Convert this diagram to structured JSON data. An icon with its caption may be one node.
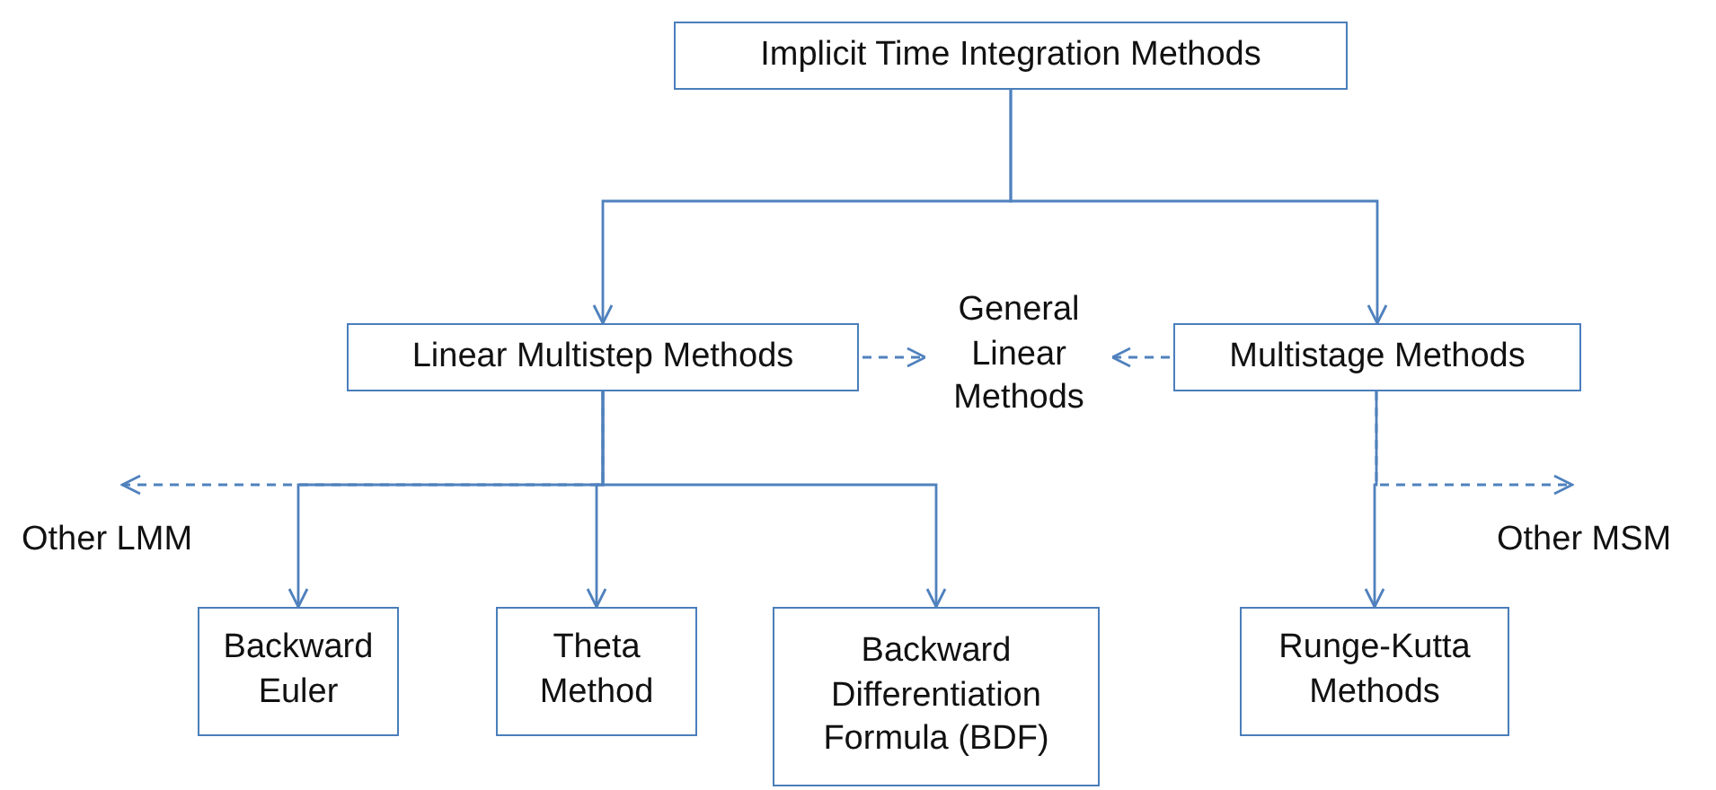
{
  "diagram": {
    "nodes": [
      {
        "text": [
          "Implicit Time Integration Methods"
        ]
      },
      {
        "text": [
          "Linear Multistep Methods"
        ]
      },
      {
        "text": [
          "General Linear Methods"
        ]
      },
      {
        "text": [
          "Multistage Methods"
        ]
      },
      {
        "text": [
          "Backward Euler"
        ]
      },
      {
        "text": [
          "Theta Method"
        ]
      },
      {
        "text": [
          "Backward Differentiation Formula (BDF)"
        ]
      },
      {
        "text": [
          "Runge-Kutta Methods"
        ]
      }
    ],
    "edges": [
      {
        "from": 0,
        "to": 1,
        "arrow": "to"
      },
      {
        "from": 0,
        "to": 3,
        "arrow": "to"
      },
      {
        "from": 1,
        "to": 2,
        "arrow": "to",
        "style": "dashed"
      },
      {
        "from": 3,
        "to": 2,
        "arrow": "to",
        "style": "dashed"
      },
      {
        "from": 1,
        "to": null,
        "arrow": "to",
        "style": "dashed"
      },
      {
        "from": 1,
        "to": 4,
        "arrow": "to"
      },
      {
        "from": 1,
        "to": 5,
        "arrow": "to"
      },
      {
        "from": 1,
        "to": 6,
        "arrow": "to"
      },
      {
        "from": 3,
        "to": null,
        "arrow": "to",
        "style": "dashed"
      },
      {
        "from": 3,
        "to": 7,
        "arrow": "to"
      }
    ],
    "labels": [
      "Other LMM",
      "Other MSM"
    ]
  }
}
